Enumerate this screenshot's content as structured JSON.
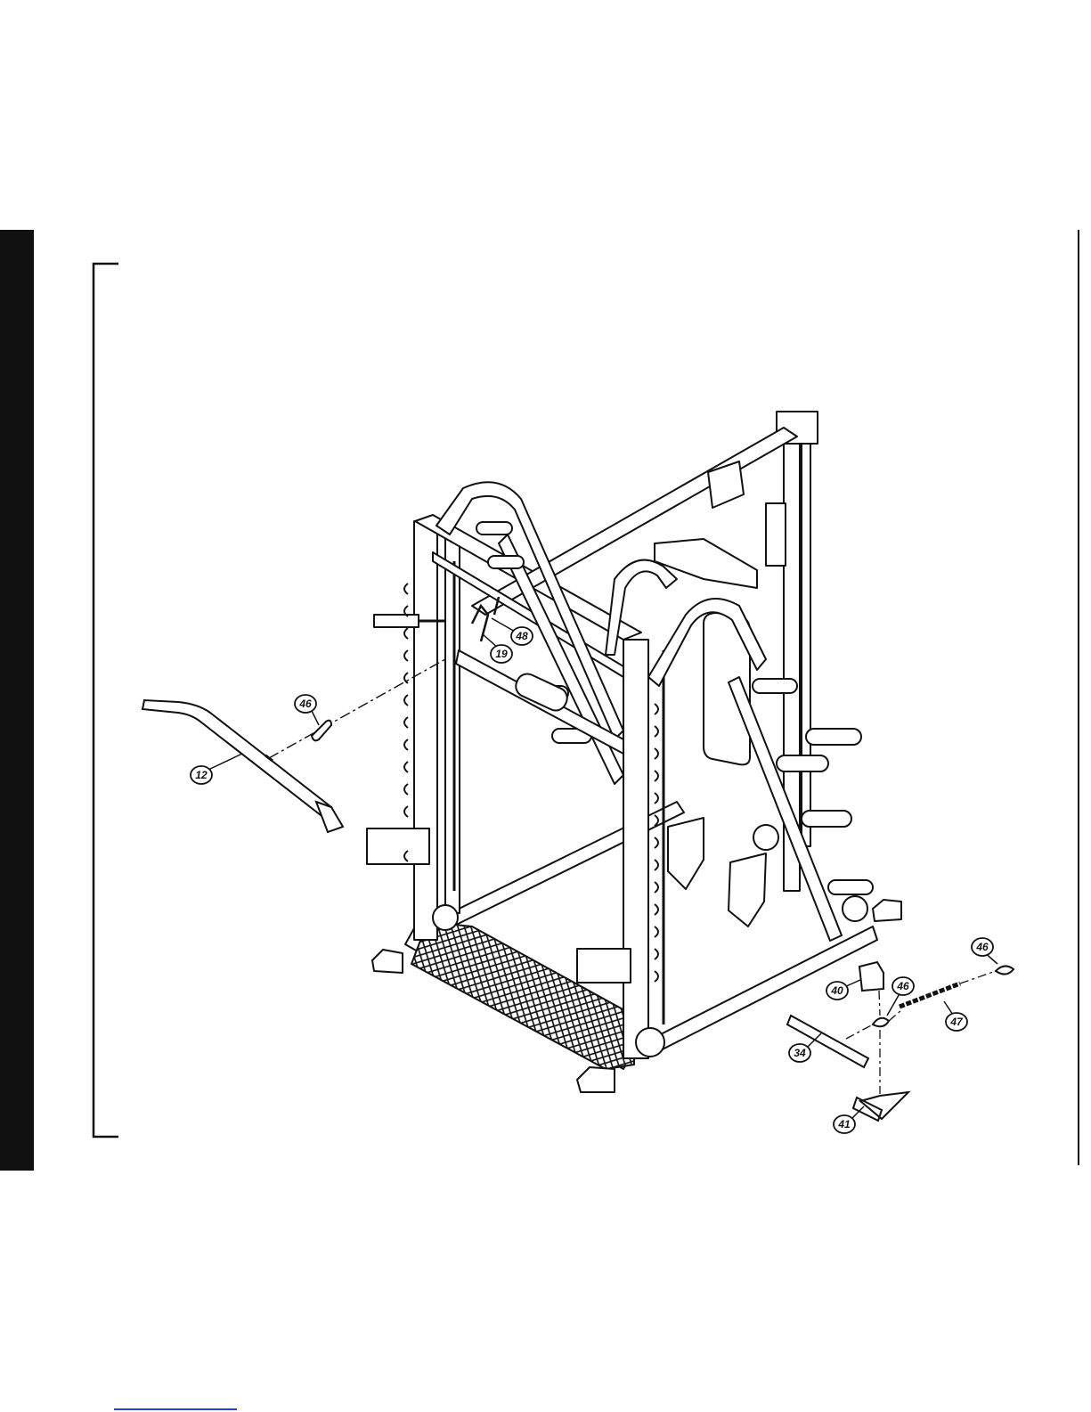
{
  "diagram": {
    "callouts": [
      {
        "id": "c12",
        "label": "12",
        "part": "lat-bar"
      },
      {
        "id": "c19",
        "label": "19",
        "part": "bar-hook"
      },
      {
        "id": "c48",
        "label": "48",
        "part": "hook-pin"
      },
      {
        "id": "c46a",
        "label": "46",
        "part": "snap-hook"
      },
      {
        "id": "c46b",
        "label": "46",
        "part": "snap-hook"
      },
      {
        "id": "c46c",
        "label": "46",
        "part": "snap-hook"
      },
      {
        "id": "c40",
        "label": "40",
        "part": "ankle-cuff"
      },
      {
        "id": "c47",
        "label": "47",
        "part": "chain"
      },
      {
        "id": "c34",
        "label": "34",
        "part": "straight-bar"
      },
      {
        "id": "c41",
        "label": "41",
        "part": "stirrup-handle"
      }
    ]
  },
  "colors": {
    "ink": "#111111",
    "link": "#2a3fd6"
  }
}
